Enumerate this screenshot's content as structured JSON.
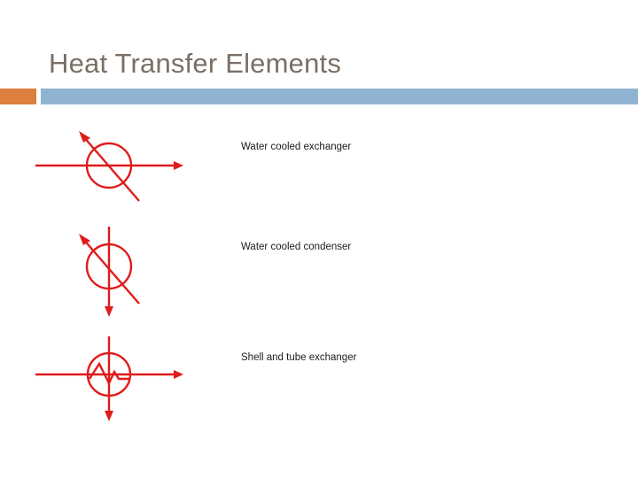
{
  "slide": {
    "title": "Heat Transfer Elements",
    "title_color": "#7b6f64",
    "background_color": "#ffffff"
  },
  "divider": {
    "accent_color": "#dd7f3e",
    "bar_color": "#91b3d2"
  },
  "symbols": {
    "line_color": "#e01b1b",
    "items": [
      {
        "id": "water-cooled-exchanger",
        "caption": "Water cooled exchanger",
        "shape": "circle-with-diagonal-and-horizontal-arrow"
      },
      {
        "id": "water-cooled-condenser",
        "caption": "Water cooled condenser",
        "shape": "circle-with-diagonal-and-vertical-down-arrow"
      },
      {
        "id": "shell-and-tube-exchanger",
        "caption": "Shell and tube exchanger",
        "shape": "circle-with-zigzag-and-cross-arrows"
      }
    ]
  }
}
